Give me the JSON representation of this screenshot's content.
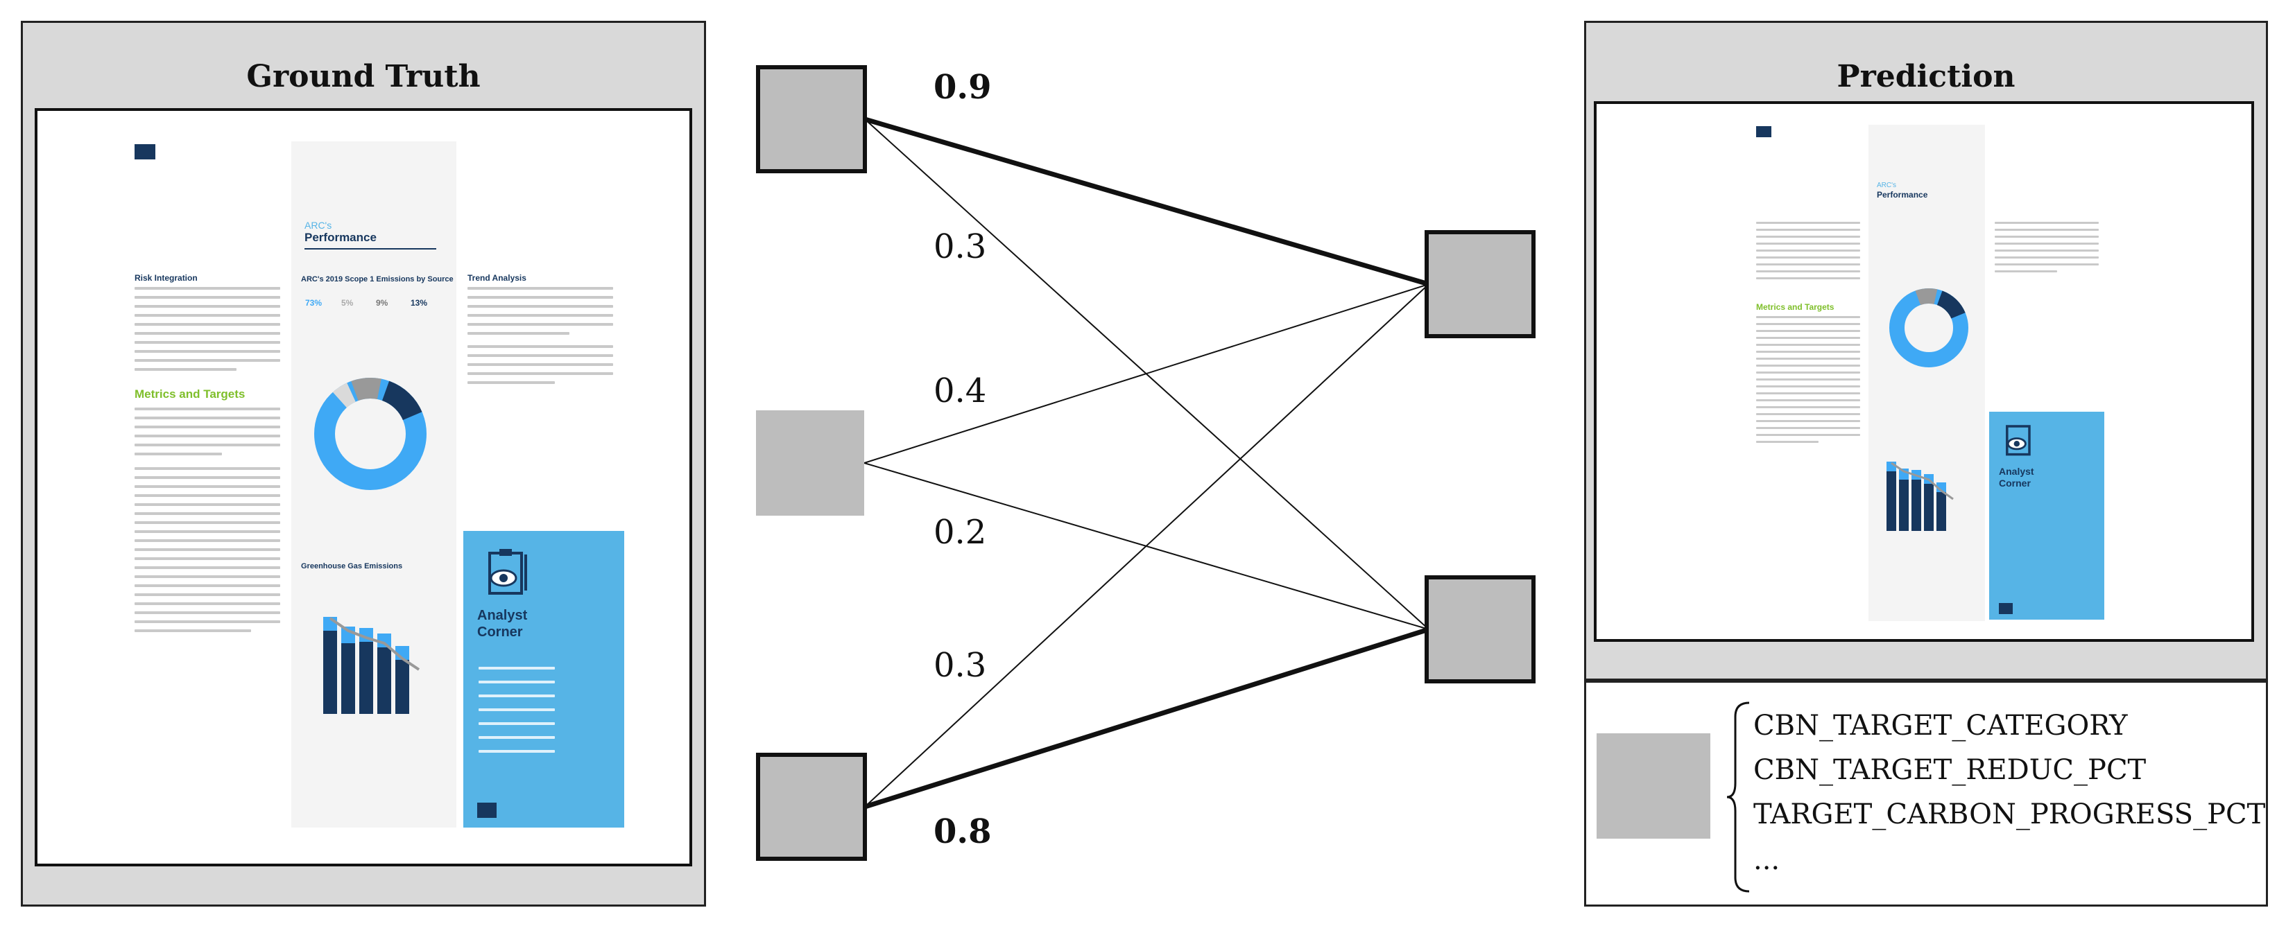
{
  "panels": {
    "left_title": "Ground Truth",
    "right_title": "Prediction"
  },
  "weights": [
    "0.9",
    "0.3",
    "0.4",
    "0.2",
    "0.3",
    "0.8"
  ],
  "labels": [
    "CBN_TARGET_CATEGORY",
    "CBN_TARGET_REDUC_PCT",
    "TARGET_CARBON_PROGRESS_PCT",
    "..."
  ],
  "doc": {
    "section_title": "ARC's",
    "section_subtitle": "Performance",
    "risk_heading": "Risk Integration",
    "metrics_heading": "Metrics and Targets",
    "chart_heading": "ARC's 2019 Scope 1 Emissions by Source",
    "trend_heading": "Trend Analysis",
    "ghg_heading": "Greenhouse Gas Emissions",
    "analyst_line1": "Analyst",
    "analyst_line2": "Corner",
    "pct_values": [
      "73%",
      "5%",
      "9%",
      "13%"
    ]
  },
  "colors": {
    "node_gray": "#bdbdbd",
    "panel_gray": "#d9d9d9",
    "navy": "#17375e",
    "blue": "#3fa9f5",
    "analyst_blue": "#56b4e6"
  }
}
